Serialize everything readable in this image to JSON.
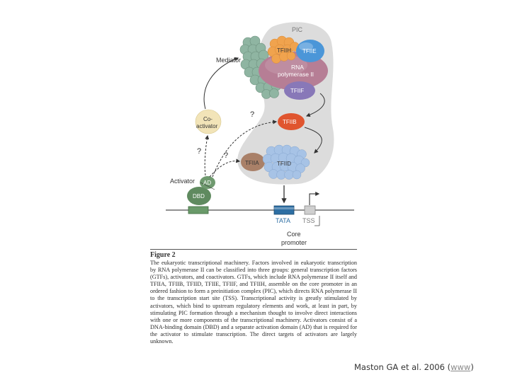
{
  "diagram": {
    "pic_label": "PIC",
    "mediator": "Mediator",
    "tfiih": "TFIIH",
    "tfiie": "TFIIE",
    "rnapol_line1": "RNA",
    "rnapol_line2": "polymerase II",
    "tfiif": "TFIIF",
    "tfiib": "TFIIB",
    "tfiia": "TFIIA",
    "tfiid": "TFIID",
    "coactivator_line1": "Co-",
    "coactivator_line2": "activator",
    "q_left": "?",
    "q_center": "?",
    "q_top": "?",
    "activator": "Activator",
    "ad": "AD",
    "dbd": "DBD",
    "tata": "TATA",
    "tss": "TSS",
    "core_line1": "Core",
    "core_line2": "promoter",
    "colors": {
      "pic_background": "#dcdcdc",
      "mediator": "#8fb5a2",
      "tfiih": "#f0a34e",
      "tfiie": "#4b96d8",
      "rna_polymerase_ii": "#b67e95",
      "tfiif": "#8878b8",
      "tfiib": "#e0552f",
      "tfiia": "#a98068",
      "tfiid": "#a7c3e6",
      "activator": "#5f8a5f",
      "tata": "#2d6ea3",
      "tss": "#cfcfcf"
    }
  },
  "caption": {
    "title": "Figure 2",
    "text": "The eukaryotic transcriptional machinery. Factors involved in eukaryotic transcription by RNA polymerase II can be classified into three groups: general transcription factors (GTFs), activators, and coactivators. GTFs, which include RNA polymerase II itself and TFIIA, TFIIB, TFIID, TFIIE, TFIIF, and TFIIH, assemble on the core promoter in an ordered fashion to form a preinitiation complex (PIC), which directs RNA polymerase II to the transcription start site (TSS). Transcriptional activity is greatly stimulated by activators, which bind to upstream regulatory elements and work, at least in part, by stimulating PIC formation through a mechanism thought to involve direct interactions with one or more components of the transcriptional machinery. Activators consist of a DNA-binding domain (DBD) and a separate activation domain (AD) that is required for the activator to stimulate transcription. The direct targets of activators are largely unknown."
  },
  "citation": {
    "prefix": "Maston GA et al. 2006 (",
    "link": "www",
    "suffix": ")"
  }
}
